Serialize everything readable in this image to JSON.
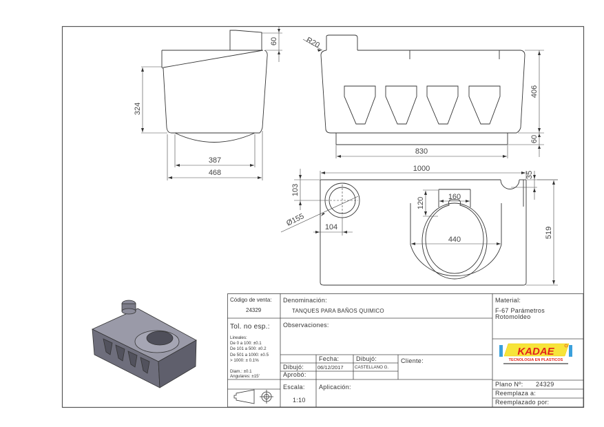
{
  "drawing": {
    "side_view": {
      "dimensions": {
        "height_body": "324",
        "cap_height": "60",
        "bottom_inner": "387",
        "bottom_outer": "468"
      }
    },
    "front_view": {
      "dimensions": {
        "radius": "R20",
        "height_body": "406",
        "base_height": "60",
        "base_width": "830"
      }
    },
    "top_view": {
      "dimensions": {
        "length": "1000",
        "offset_notch": "35",
        "cap_offset_y": "103",
        "cap_diameter": "Ø155",
        "cap_offset_x": "104",
        "opening_depth": "120",
        "opening_width": "160",
        "bowl_width": "440",
        "width": "519"
      }
    }
  },
  "title_block": {
    "codigo_label": "Código de venta:",
    "codigo_value": "24329",
    "denominacion_label": "Denominación:",
    "denominacion_value": "TANQUES PARA BAÑOS QUIMICO",
    "material_label": "Material:",
    "material_value_1": "F-67 Parámetros",
    "material_value_2": "Rotomoldeo",
    "tol_label": "Tol. no esp.:",
    "tolerances": [
      "Lineales:",
      "De 0 a 100: ±0.1",
      "De 101 a 500: ±0.2",
      "De 501 a 1000: ±0.5",
      "> 1000: ± 0.1%"
    ],
    "diam_tol": "Diam.: ±0.1",
    "ang_tol": "Angulares: ±15'",
    "observaciones_label": "Observaciones:",
    "fecha_label": "Fecha:",
    "dibujo_header": "Dibujó:",
    "dibujo_label": "Dibujó:",
    "fecha_value": "06/12/2017",
    "dibujo_value": "CASTELLANO G.",
    "aprobo_label": "Aprobó:",
    "cliente_label": "Cliente:",
    "escala_label": "Escala:",
    "escala_value": "1:10",
    "aplicacion_label": "Aplicación:",
    "plano_label": "Plano Nº:",
    "plano_value": "24329",
    "reemplaza_label": "Reemplaza a:",
    "reemplazado_label": "Reemplazado por:",
    "logo": {
      "brand": "KADAE",
      "tagline": "TECNOLOGIA EN PLASTICOS",
      "colors": {
        "red": "#e2231a",
        "yellow": "#f7e43a",
        "blue": "#3aa0dc"
      }
    }
  }
}
